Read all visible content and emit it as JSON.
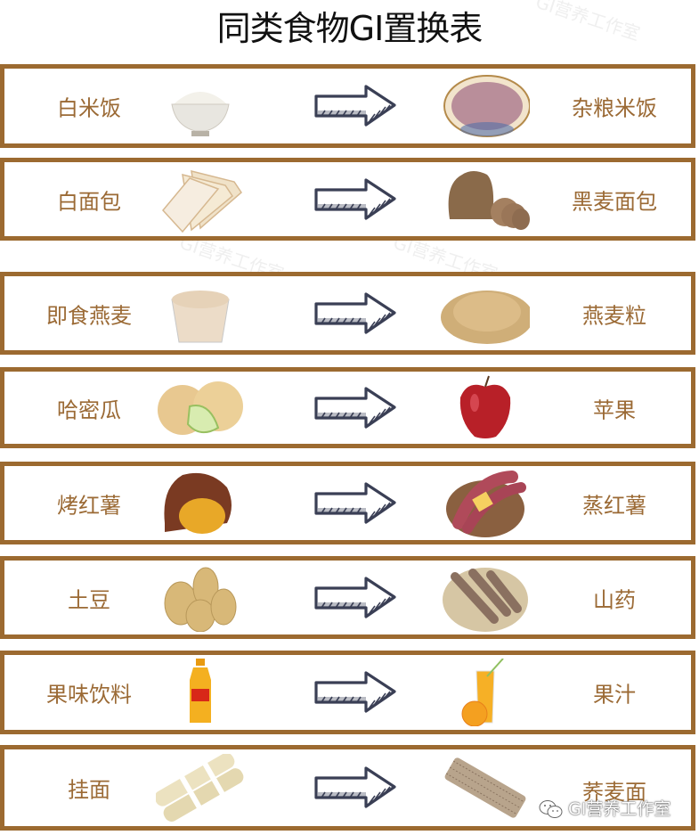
{
  "title": "同类食物GI置换表",
  "colors": {
    "border": "#9c6a30",
    "label_text": "#9b6a35",
    "arrow": "#3a3f55"
  },
  "rows": [
    {
      "from": "白米饭",
      "to": "杂粮米饭",
      "from_icon": "rice-bowl-icon",
      "to_icon": "mixed-grain-rice-icon"
    },
    {
      "from": "白面包",
      "to": "黑麦面包",
      "from_icon": "white-bread-icon",
      "to_icon": "rye-bread-icon"
    },
    {
      "from": "即食燕麦",
      "to": "燕麦粒",
      "from_icon": "instant-oats-icon",
      "to_icon": "oat-groats-icon"
    },
    {
      "from": "哈密瓜",
      "to": "苹果",
      "from_icon": "cantaloupe-icon",
      "to_icon": "apple-icon"
    },
    {
      "from": "烤红薯",
      "to": "蒸红薯",
      "from_icon": "roasted-sweet-potato-icon",
      "to_icon": "steamed-sweet-potato-icon"
    },
    {
      "from": "土豆",
      "to": "山药",
      "from_icon": "potato-icon",
      "to_icon": "yam-icon"
    },
    {
      "from": "果味饮料",
      "to": "果汁",
      "from_icon": "juice-bottle-icon",
      "to_icon": "orange-juice-icon"
    },
    {
      "from": "挂面",
      "to": "荞麦面",
      "from_icon": "dried-noodles-icon",
      "to_icon": "buckwheat-noodles-icon"
    }
  ],
  "brand": {
    "label": "GI营养工作室",
    "icon": "wechat-icon"
  },
  "watermark": "GI营养工作室"
}
